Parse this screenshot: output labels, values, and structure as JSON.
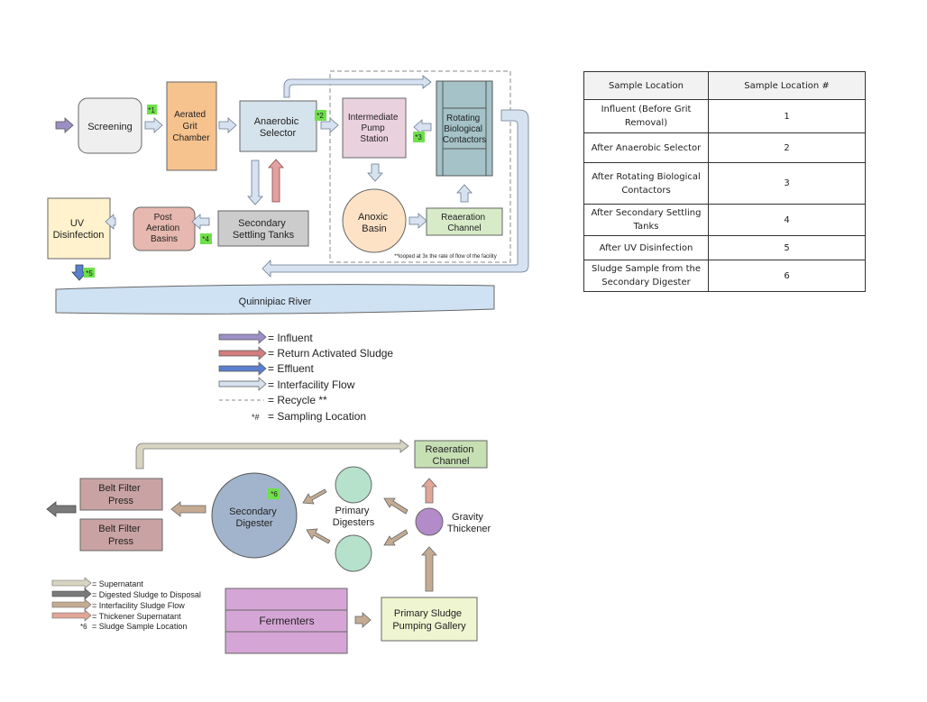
{
  "top_diagram": {
    "screening": "Screening",
    "grit": [
      "Aerated",
      "Grit",
      "Chamber"
    ],
    "anaerobic": [
      "Anaerobic",
      "Selector"
    ],
    "pump": [
      "Intermediate",
      "Pump",
      "Station"
    ],
    "rbc": [
      "Rotating",
      "Biological",
      "Contactors"
    ],
    "anoxic": [
      "Anoxic",
      "Basin"
    ],
    "reaeration": [
      "Reaeration",
      "Channel"
    ],
    "secondary_settling": [
      "Secondary",
      "Settling Tanks"
    ],
    "post_aeration": [
      "Post",
      "Aeration",
      "Basins"
    ],
    "uv": [
      "UV",
      "Disinfection"
    ],
    "river": "Quinnipiac River",
    "recycle_note": "**looped at 3x the rate of flow of the facility",
    "tags": [
      "*1",
      "*2",
      "*3",
      "*4",
      "*5"
    ]
  },
  "legend_top": [
    {
      "color": "#9d8fc6",
      "label": "= Influent"
    },
    {
      "color": "#d27e7e",
      "label": "= Return Activated Sludge"
    },
    {
      "color": "#5b7fcf",
      "label": "= Effluent"
    },
    {
      "color": "#d6e2f0",
      "label": "= Interfacility Flow"
    },
    {
      "dashed": true,
      "label": "= Recycle **"
    },
    {
      "marker": "*#",
      "label": "= Sampling Location"
    }
  ],
  "bottom_diagram": {
    "reaeration": [
      "Reaeration",
      "Channel"
    ],
    "belt1": [
      "Belt Filter",
      "Press"
    ],
    "belt2": [
      "Belt Filter",
      "Press"
    ],
    "secondary_digester": [
      "Secondary",
      "Digester"
    ],
    "primary_digesters": [
      "Primary",
      "Digesters"
    ],
    "gravity": [
      "Gravity",
      "Thickener"
    ],
    "fermenters": "Fermenters",
    "primary_sludge": [
      "Primary Sludge",
      "Pumping Gallery"
    ],
    "tag6": "*6"
  },
  "legend_bottom": [
    {
      "color": "#d8d4c2",
      "label": "= Supernatant"
    },
    {
      "color": "#7a7a7a",
      "label": "= Digested Sludge to Disposal"
    },
    {
      "color": "#c4ab92",
      "label": "= Interfacility Sludge Flow"
    },
    {
      "color": "#e0a796",
      "label": "= Thickener Supernatant"
    },
    {
      "marker": "*6",
      "label": "= Sludge Sample Location"
    }
  ],
  "table": {
    "headers": [
      "Sample Location",
      "Sample Location #"
    ],
    "rows": [
      [
        "Influent (Before Grit Removal)",
        "1"
      ],
      [
        "After Anaerobic Selector",
        "2"
      ],
      [
        "After Rotating Biological Contactors",
        "3"
      ],
      [
        "After Secondary Settling Tanks",
        "4"
      ],
      [
        "After UV Disinfection",
        "5"
      ],
      [
        "Sludge Sample from the Secondary Digester",
        "6"
      ]
    ]
  }
}
